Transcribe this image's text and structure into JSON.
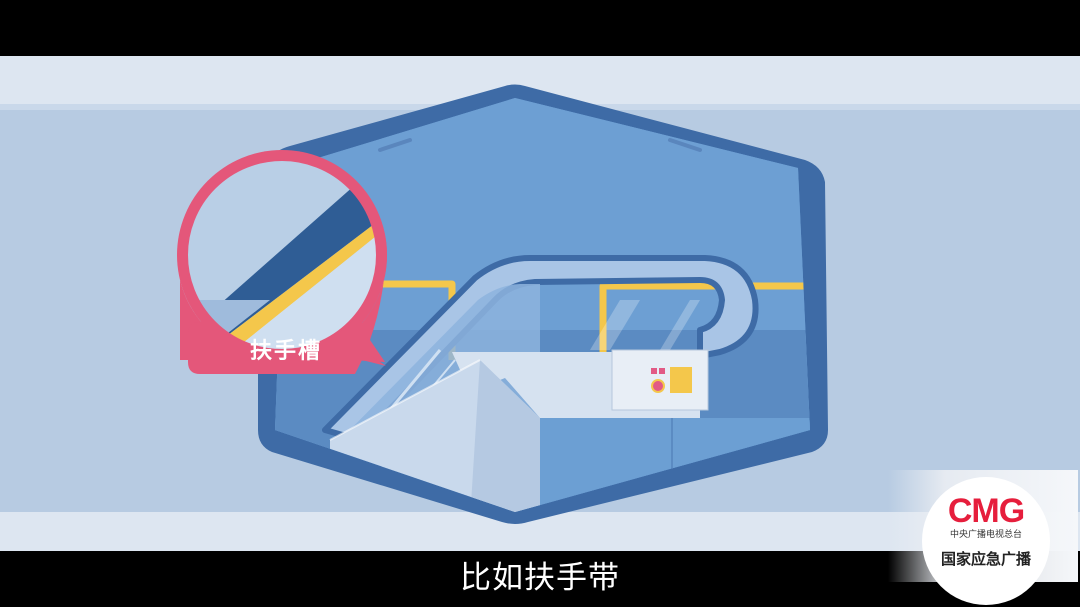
{
  "scene": {
    "description_colors": {
      "background": "#b6cbe3",
      "frame": "#3f6fab",
      "window_interior": "#6a9bd0",
      "handrail_yellow": "#f4c74b",
      "callout_pink": "#e4577a"
    },
    "callout": {
      "label": "扶手槽"
    }
  },
  "subtitle": {
    "text": "比如扶手带"
  },
  "logo": {
    "brand": "CMG",
    "organization": "中央广播电视总台",
    "program": "国家应急广播",
    "brand_color": "#e61e3c"
  }
}
